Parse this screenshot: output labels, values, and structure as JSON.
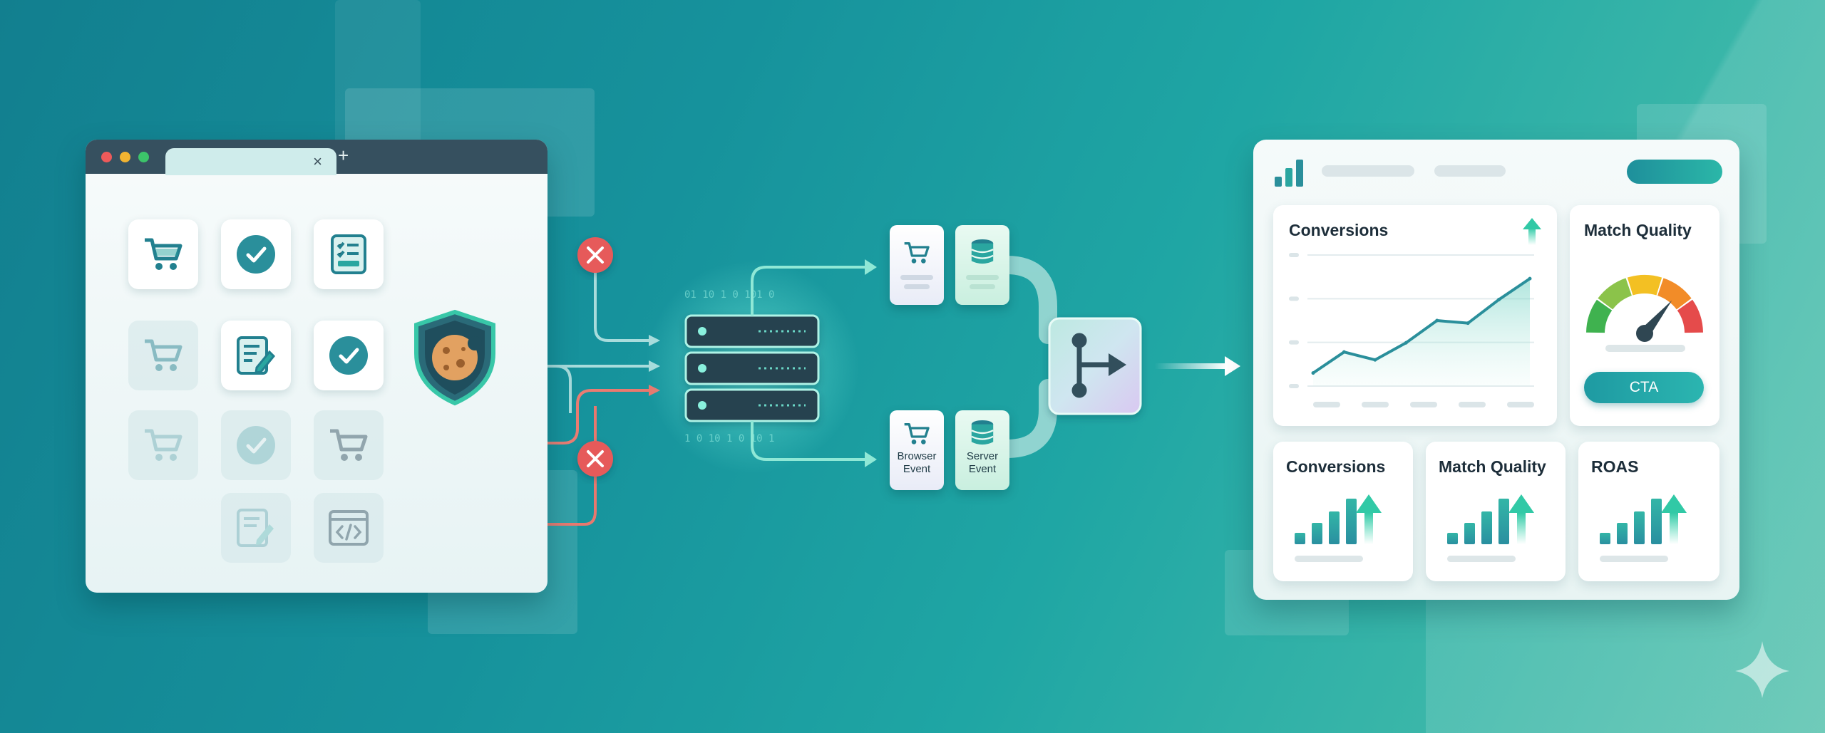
{
  "browser": {
    "tab_close": "×",
    "new_tab": "+",
    "dot_colors": [
      "#ee5a5a",
      "#f2b431",
      "#3cc46a"
    ]
  },
  "flow": {
    "browser_event_label": "Browser Event",
    "server_event_label": "Server Event"
  },
  "dashboard": {
    "main_chart_title": "Conversions",
    "gauge_title": "Match Quality",
    "cta_label": "CTA",
    "cards": [
      {
        "title": "Conversions"
      },
      {
        "title": "Match Quality"
      },
      {
        "title": "ROAS"
      }
    ]
  },
  "colors": {
    "teal_accent": "#1e9aa2",
    "error_red": "#e65a5a",
    "success_teal": "#2aa6a0",
    "arrow_green": "#39d6b0"
  },
  "chart_data": {
    "type": "area",
    "title": "Conversions",
    "x": [
      1,
      2,
      3,
      4,
      5,
      6,
      7,
      8
    ],
    "values": [
      10,
      26,
      20,
      33,
      50,
      48,
      66,
      82
    ],
    "ylim": [
      0,
      100
    ],
    "grid": true
  },
  "gauge": {
    "level": 0.72,
    "segment_colors": [
      "#3fb24f",
      "#8bc34a",
      "#f3c023",
      "#f28c28",
      "#e54b4b"
    ]
  }
}
